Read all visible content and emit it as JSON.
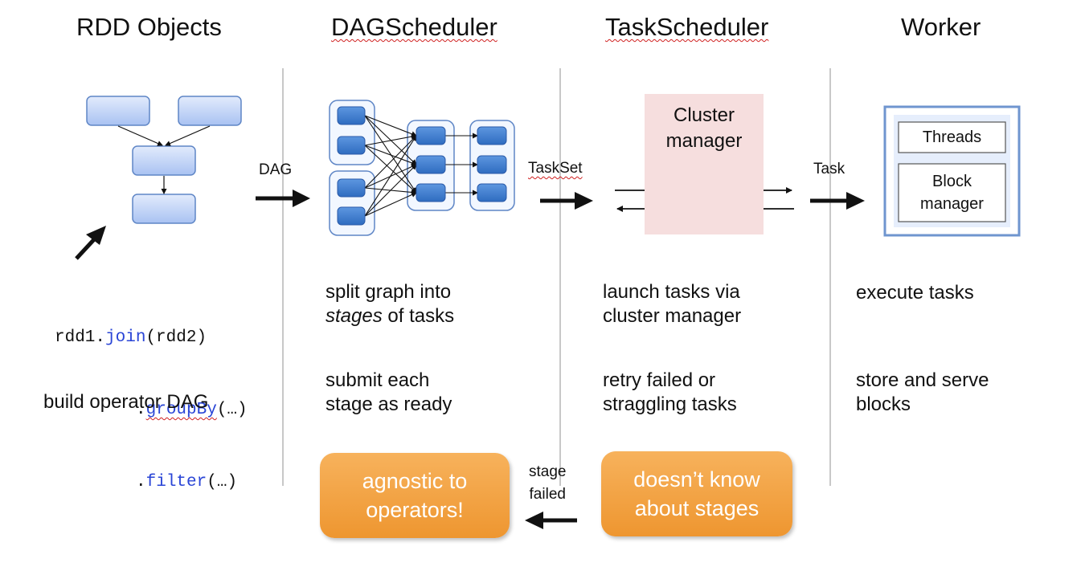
{
  "columns": [
    {
      "title": "RDD Objects"
    },
    {
      "title": "DAGScheduler"
    },
    {
      "title": "TaskScheduler"
    },
    {
      "title": "Worker"
    }
  ],
  "arrows": {
    "dag": "DAG",
    "taskset": "TaskSet",
    "task": "Task",
    "stage_failed": [
      "stage",
      "failed"
    ]
  },
  "rdd": {
    "code": {
      "line1_var": "rdd1.",
      "line1_fn": "join",
      "line1_arg": "(rdd2)",
      "line2_dot": ".",
      "line2_fn": "groupBy",
      "line2_arg": "(…)",
      "line3_dot": ".",
      "line3_fn": "filter",
      "line3_arg": "(…)"
    },
    "desc": "build operator DAG"
  },
  "dagscheduler": {
    "desc1_line1": "split graph into",
    "desc1_line2_em": "stages",
    "desc1_line2_rest": " of tasks",
    "desc2": [
      "submit each",
      "stage as ready"
    ],
    "callout": [
      "agnostic to",
      "operators!"
    ]
  },
  "taskscheduler": {
    "cluster_manager": [
      "Cluster",
      "manager"
    ],
    "desc1": [
      "launch tasks via",
      "cluster manager"
    ],
    "desc2": [
      "retry failed or",
      "straggling tasks"
    ],
    "callout": [
      "doesn’t know",
      "about stages"
    ]
  },
  "worker": {
    "threads": "Threads",
    "block_manager": [
      "Block",
      "manager"
    ],
    "desc1": "execute tasks",
    "desc2": [
      "store and serve",
      "blocks"
    ]
  },
  "colors": {
    "node_fill_light": "#dbe6fb",
    "node_fill_dark": "#aec6f4",
    "node_stroke": "#5f86c6",
    "inner_node": "#3f7fd0",
    "orange": "#f0a040",
    "pink": "#f6dede",
    "divider": "#c8c8c8"
  }
}
